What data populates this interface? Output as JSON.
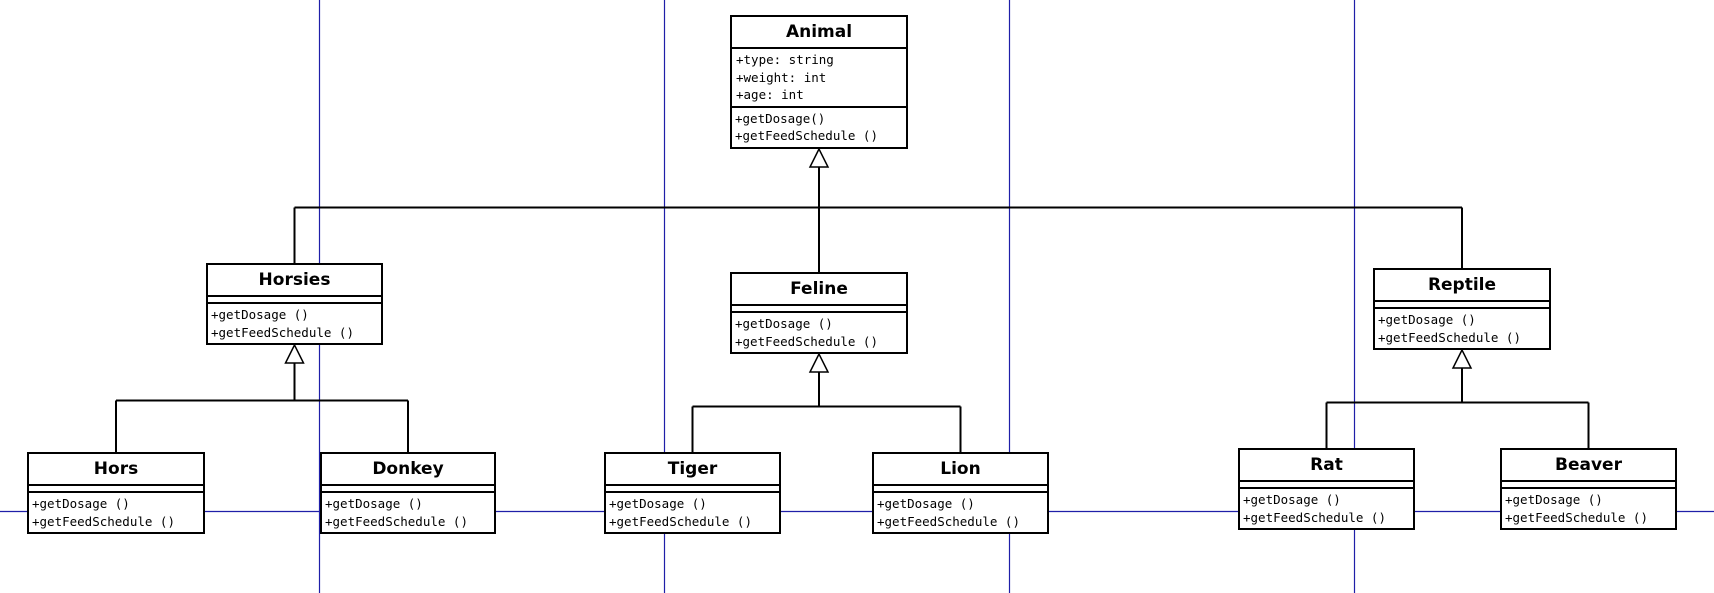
{
  "colors": {
    "guide": "#1f1fa8",
    "line": "#000000",
    "box_border": "#000000",
    "background": "#ffffff"
  },
  "classes": {
    "animal": {
      "name": "Animal",
      "attributes": [
        "+type: string",
        "+weight: int",
        "+age: int"
      ],
      "operations": [
        "+getDosage()",
        "+getFeedSchedule ()"
      ]
    },
    "horsies": {
      "name": "Horsies",
      "attributes": [],
      "operations": [
        "+getDosage ()",
        "+getFeedSchedule ()"
      ]
    },
    "feline": {
      "name": "Feline",
      "attributes": [],
      "operations": [
        "+getDosage ()",
        "+getFeedSchedule ()"
      ]
    },
    "reptile": {
      "name": "Reptile",
      "attributes": [],
      "operations": [
        "+getDosage ()",
        "+getFeedSchedule ()"
      ]
    },
    "hors": {
      "name": "Hors",
      "attributes": [],
      "operations": [
        "+getDosage ()",
        "+getFeedSchedule ()"
      ]
    },
    "donkey": {
      "name": "Donkey",
      "attributes": [],
      "operations": [
        "+getDosage ()",
        "+getFeedSchedule ()"
      ]
    },
    "tiger": {
      "name": "Tiger",
      "attributes": [],
      "operations": [
        "+getDosage ()",
        "+getFeedSchedule ()"
      ]
    },
    "lion": {
      "name": "Lion",
      "attributes": [],
      "operations": [
        "+getDosage ()",
        "+getFeedSchedule ()"
      ]
    },
    "rat": {
      "name": "Rat",
      "attributes": [],
      "operations": [
        "+getDosage ()",
        "+getFeedSchedule ()"
      ]
    },
    "beaver": {
      "name": "Beaver",
      "attributes": [],
      "operations": [
        "+getDosage ()",
        "+getFeedSchedule ()"
      ]
    }
  },
  "inheritance": [
    {
      "child": "horsies",
      "parent": "animal"
    },
    {
      "child": "feline",
      "parent": "animal"
    },
    {
      "child": "reptile",
      "parent": "animal"
    },
    {
      "child": "hors",
      "parent": "horsies"
    },
    {
      "child": "donkey",
      "parent": "horsies"
    },
    {
      "child": "tiger",
      "parent": "feline"
    },
    {
      "child": "lion",
      "parent": "feline"
    },
    {
      "child": "rat",
      "parent": "reptile"
    },
    {
      "child": "beaver",
      "parent": "reptile"
    }
  ]
}
